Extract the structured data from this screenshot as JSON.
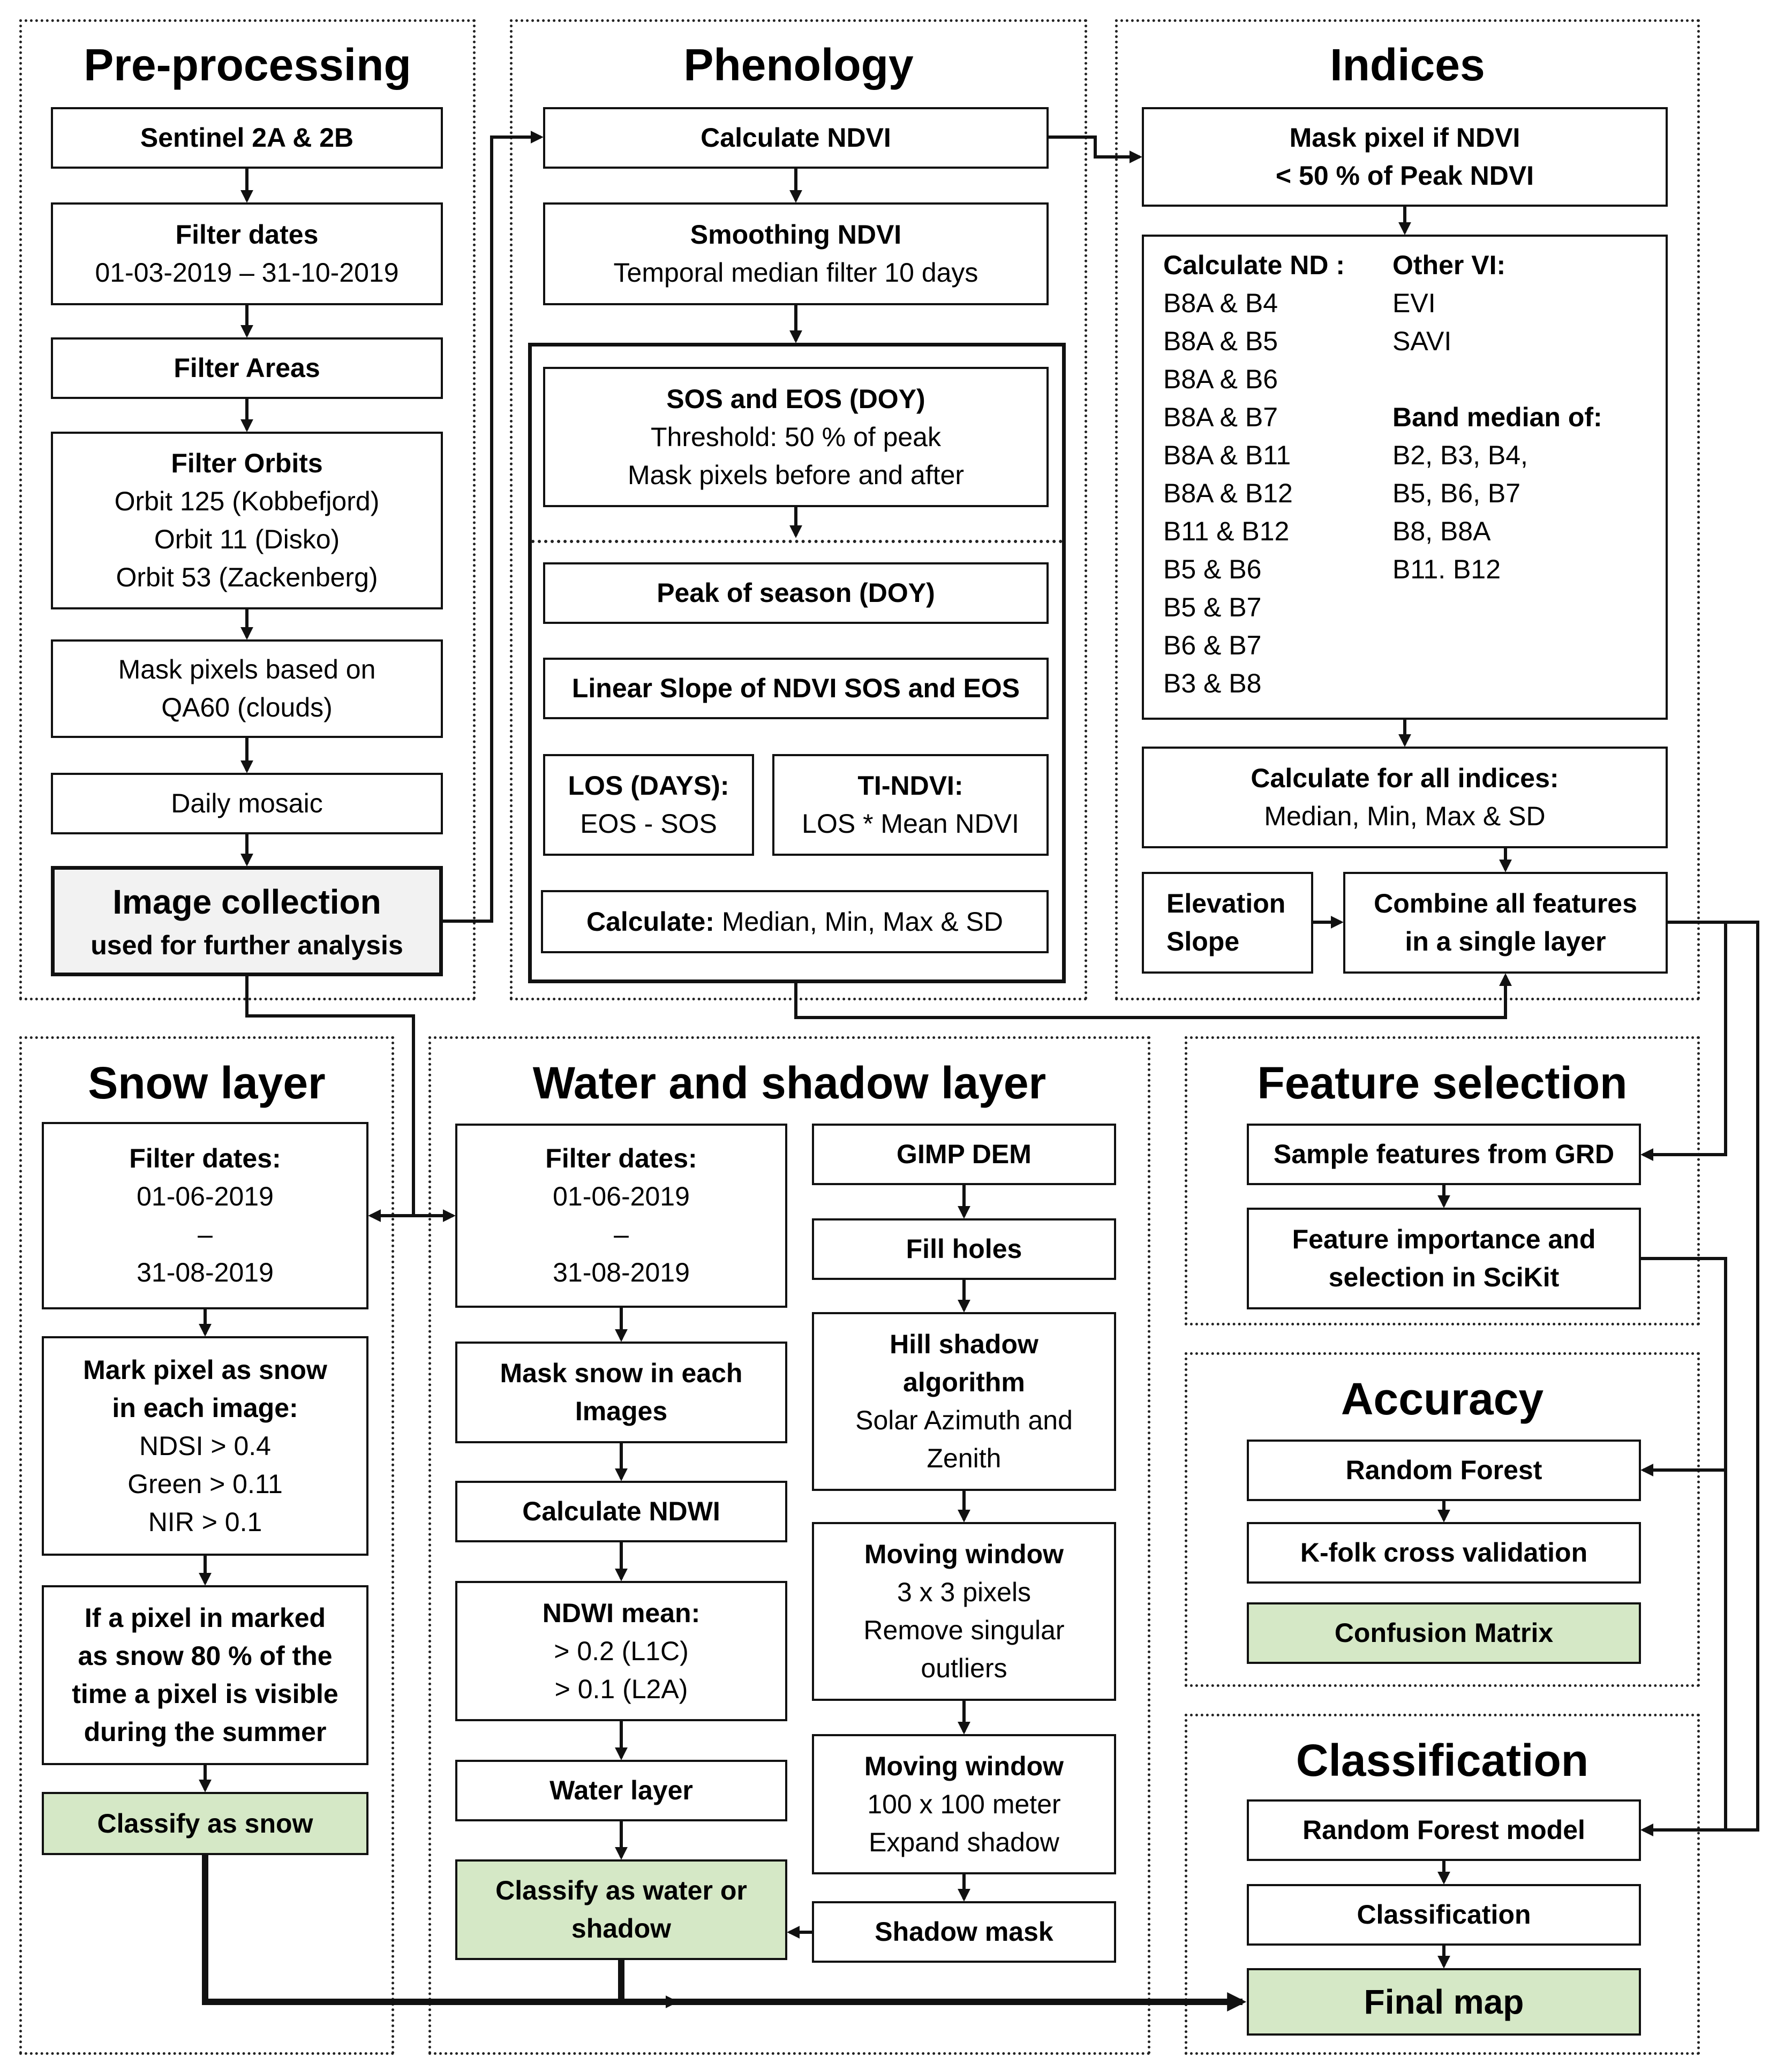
{
  "panels": {
    "preprocessing": {
      "title": "Pre-processing",
      "sentinel": "Sentinel 2A & 2B",
      "filter_dates_title": "Filter dates",
      "filter_dates_range": "01-03-2019 – 31-10-2019",
      "filter_areas": "Filter Areas",
      "filter_orbits_title": "Filter Orbits",
      "orbit_1": "Orbit 125 (Kobbefjord)",
      "orbit_2": "Orbit 11 (Disko)",
      "orbit_3": "Orbit 53 (Zackenberg)",
      "mask_line1": "Mask pixels based on",
      "mask_line2": "QA60 (clouds)",
      "daily_mosaic": "Daily mosaic",
      "collection_line1": "Image collection",
      "collection_line2": "used for further analysis"
    },
    "phenology": {
      "title": "Phenology",
      "calc_ndvi": "Calculate NDVI",
      "smoothing_title": "Smoothing NDVI",
      "smoothing_desc": "Temporal median filter 10 days",
      "sos_title": "SOS and EOS (DOY)",
      "sos_line1": "Threshold: 50 % of peak",
      "sos_line2": "Mask pixels before and after",
      "peak": "Peak of season (DOY)",
      "slope": "Linear Slope of NDVI SOS and EOS",
      "los_title": "LOS (DAYS):",
      "los_desc": "EOS - SOS",
      "ti_title": "TI-NDVI:",
      "ti_desc": "LOS * Mean NDVI",
      "calc_label": "Calculate:",
      "calc_desc": "Median, Min, Max & SD"
    },
    "indices": {
      "title": "Indices",
      "mask_line1": "Mask pixel if NDVI",
      "mask_line2": "< 50 % of Peak NDVI",
      "nd_title": "Calculate ND :",
      "nd_items": [
        "B8A & B4",
        "B8A & B5",
        "B8A & B6",
        "B8A & B7",
        "B8A & B11",
        "B8A & B12",
        "B11 & B12",
        "B5 & B6",
        "B5 & B7",
        "B6 & B7",
        "B3 & B8"
      ],
      "vi_title": "Other VI:",
      "vi_items": [
        "EVI",
        "SAVI"
      ],
      "band_title": "Band median of:",
      "band_items": [
        "B2, B3, B4,",
        "B5, B6, B7",
        "B8, B8A",
        "B11. B12"
      ],
      "all_title": "Calculate for all indices:",
      "all_desc": "Median, Min, Max & SD",
      "elev_line1": "Elevation",
      "elev_line2": "Slope",
      "combine_line1": "Combine all features",
      "combine_line2": "in a single layer"
    },
    "snow": {
      "title": "Snow layer",
      "filter_title": "Filter dates:",
      "date_start": "01-06-2019",
      "dash": "–",
      "date_end": "31-08-2019",
      "mark_line1": "Mark pixel as snow",
      "mark_line2": "in each image:",
      "ndsi": "NDSI > 0.4",
      "green": "Green > 0.11",
      "nir": "NIR > 0.1",
      "rule_line1": "If a pixel in marked",
      "rule_line2": "as snow 80 % of the",
      "rule_line3": "time a pixel is visible",
      "rule_line4": "during the summer",
      "classify": "Classify as snow"
    },
    "water": {
      "title": "Water and shadow layer",
      "filter_title": "Filter dates:",
      "date_start": "01-06-2019",
      "dash": "–",
      "date_end": "31-08-2019",
      "mask_line1": "Mask snow in each",
      "mask_line2": "Images",
      "calc_ndwi": "Calculate NDWI",
      "ndwi_title": "NDWI mean:",
      "ndwi_l1c": "> 0.2 (L1C)",
      "ndwi_l2a": "> 0.1 (L2A)",
      "water_layer": "Water layer",
      "classify_line1": "Classify as water or",
      "classify_line2": "shadow",
      "dem": "GIMP DEM",
      "fill": "Fill holes",
      "hill_line1": "Hill shadow",
      "hill_line2": "algorithm",
      "hill_line3": "Solar Azimuth and",
      "hill_line4": "Zenith",
      "mw1_title": "Moving window",
      "mw1_line1": "3 x 3 pixels",
      "mw1_line2": "Remove singular",
      "mw1_line3": "outliers",
      "mw2_title": "Moving window",
      "mw2_line1": "100 x 100 meter",
      "mw2_line2": "Expand shadow",
      "shadow_mask": "Shadow mask"
    },
    "feature": {
      "title": "Feature selection",
      "sample": "Sample features from GRD",
      "importance_line1": "Feature importance and",
      "importance_line2": "selection in SciKit"
    },
    "accuracy": {
      "title": "Accuracy",
      "rf": "Random Forest",
      "kfold": "K-folk cross validation",
      "confusion": "Confusion Matrix"
    },
    "classification": {
      "title": "Classification",
      "rf_model": "Random Forest model",
      "classification": "Classification",
      "final_map": "Final map"
    }
  },
  "colors": {
    "green_fill": "#d5e8c6",
    "gray_fill": "#f2f2f2",
    "line": "#111111"
  }
}
